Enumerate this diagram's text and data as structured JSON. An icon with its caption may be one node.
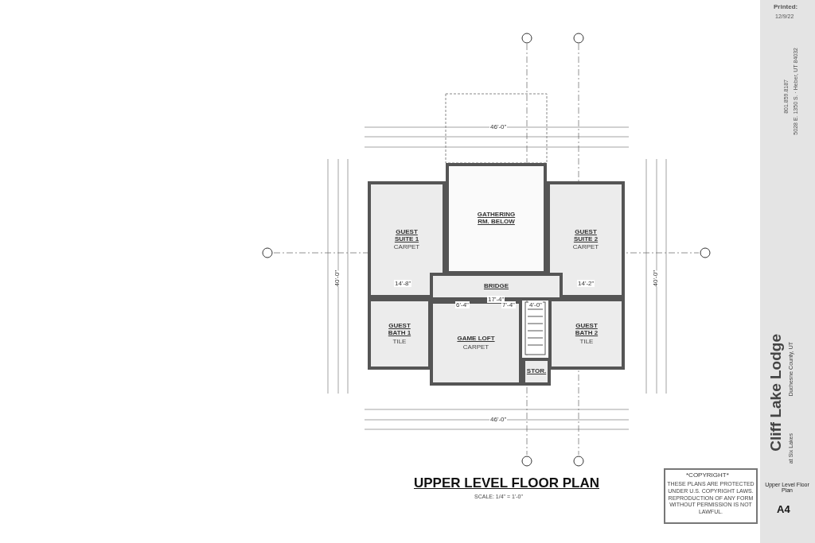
{
  "diagram": {
    "title": "UPPER LEVEL FLOOR PLAN",
    "nodes": [
      {
        "text": [
          "GUEST SUITE 1",
          "CARPET"
        ]
      },
      {
        "text": [
          "GATHERING RM. BELOW"
        ]
      },
      {
        "text": [
          "GUEST SUITE 2",
          "CARPET"
        ]
      },
      {
        "text": [
          "BRIDGE"
        ]
      },
      {
        "text": [
          "GUEST BATH 1",
          "TILE"
        ]
      },
      {
        "text": [
          "GAME LOFT",
          "CARPET"
        ]
      },
      {
        "text": [
          "STOR."
        ]
      },
      {
        "text": [
          "GUEST BATH 2",
          "TILE"
        ]
      }
    ],
    "labels": [
      "46'-0\"",
      "14'-8\"",
      "17'-4\"",
      "14'-2\"",
      "6'-4\"",
      "7'-4\"",
      "4'-0\"",
      "46'-0\"",
      "40'-0\"",
      "40'-0\"",
      "SCALE: 1/4\" = 1'-0\"",
      "*COPYRIGHT*",
      "THESE PLANS ARE PROTECTED UNDER U.S. COPYRIGHT LAWS. REPRODUCTION OF ANY FORM WITHOUT PERMISSION IS NOT LAWFUL.",
      "Printed:",
      "12/9/22",
      "801.859.8187",
      "5028 E. 1350 S. · Heber, UT 84032",
      "Cliff Lake Lodge",
      "Duchesne County, UT",
      "at Six Lakes",
      "Upper Level Floor Plan",
      "A4"
    ]
  }
}
